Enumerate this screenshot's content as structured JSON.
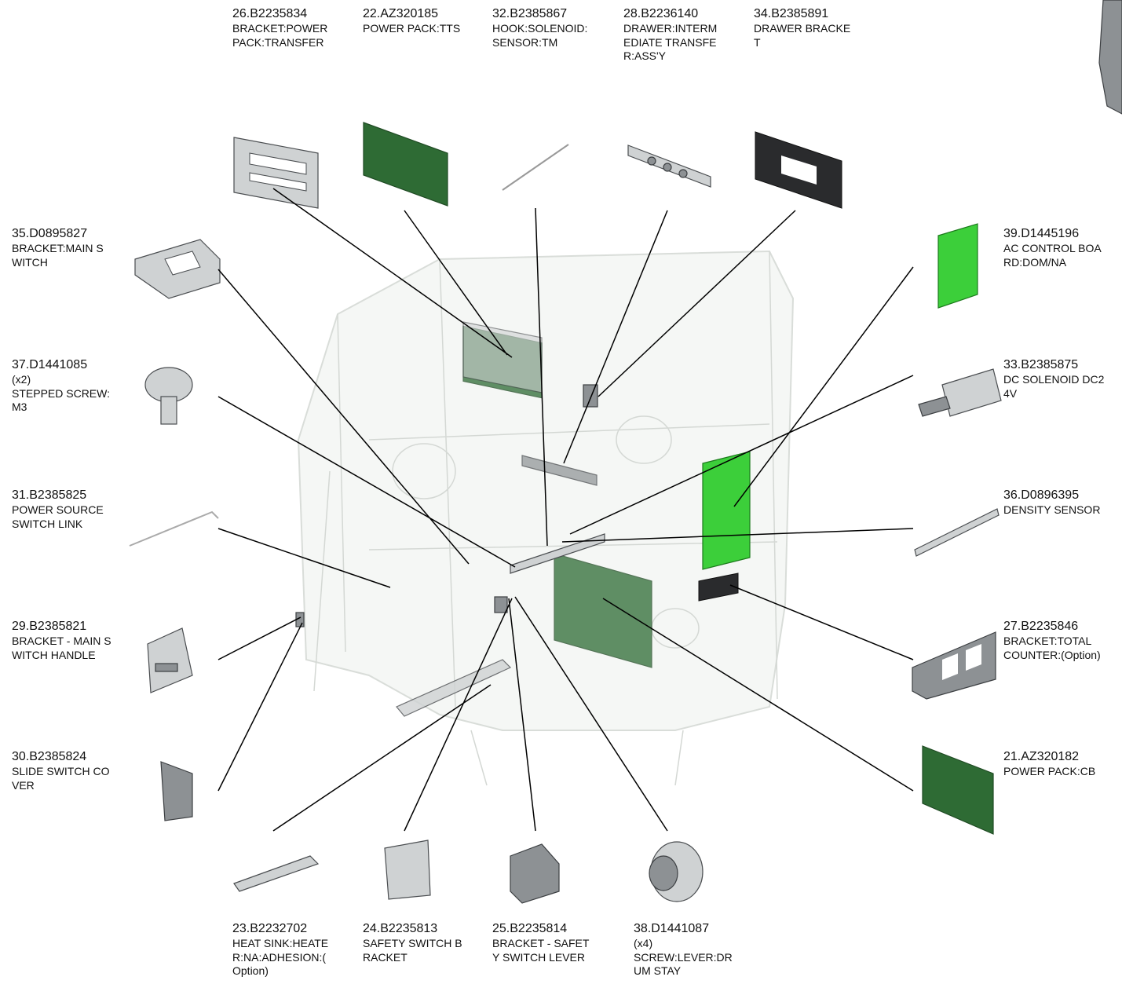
{
  "parts": [
    {
      "id": "p26",
      "number": "26.B2235834",
      "desc": "BRACKET:POWER\nPACK:TRANSFER"
    },
    {
      "id": "p22",
      "number": "22.AZ320185",
      "desc": "POWER PACK:TTS"
    },
    {
      "id": "p32",
      "number": "32.B2385867",
      "desc": "HOOK:SOLENOID:\nSENSOR:TM"
    },
    {
      "id": "p28",
      "number": "28.B2236140",
      "desc": "DRAWER:INTERM\nEDIATE TRANSFE\nR:ASS'Y"
    },
    {
      "id": "p34",
      "number": "34.B2385891",
      "desc": "DRAWER BRACKE\nT"
    },
    {
      "id": "p35",
      "number": "35.D0895827",
      "desc": "BRACKET:MAIN S\nWITCH"
    },
    {
      "id": "p39",
      "number": "39.D1445196",
      "desc": "AC CONTROL BOA\nRD:DOM/NA"
    },
    {
      "id": "p37",
      "number": "37.D1441085",
      "desc": "(x2)\nSTEPPED SCREW:\nM3"
    },
    {
      "id": "p33",
      "number": "33.B2385875",
      "desc": "DC SOLENOID DC2\n4V"
    },
    {
      "id": "p31",
      "number": "31.B2385825",
      "desc": "POWER SOURCE\nSWITCH LINK"
    },
    {
      "id": "p36",
      "number": "36.D0896395",
      "desc": "DENSITY SENSOR"
    },
    {
      "id": "p29",
      "number": "29.B2385821",
      "desc": "BRACKET - MAIN S\nWITCH HANDLE"
    },
    {
      "id": "p27",
      "number": "27.B2235846",
      "desc": "BRACKET:TOTAL\nCOUNTER:(Option)"
    },
    {
      "id": "p30",
      "number": "30.B2385824",
      "desc": "SLIDE SWITCH CO\nVER"
    },
    {
      "id": "p21",
      "number": "21.AZ320182",
      "desc": "POWER PACK:CB"
    },
    {
      "id": "p23",
      "number": "23.B2232702",
      "desc": "HEAT SINK:HEATE\nR:NA:ADHESION:(\nOption)"
    },
    {
      "id": "p24",
      "number": "24.B2235813",
      "desc": "SAFETY SWITCH B\nRACKET"
    },
    {
      "id": "p25",
      "number": "25.B2235814",
      "desc": "BRACKET - SAFET\nY SWITCH LEVER"
    },
    {
      "id": "p38",
      "number": "38.D1441087",
      "desc": "(x4)\nSCREW:LEVER:DR\nUM STAY"
    }
  ]
}
